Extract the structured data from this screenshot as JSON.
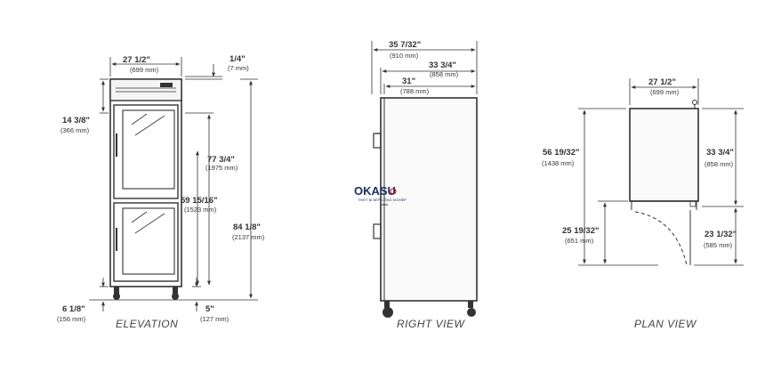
{
  "captions": {
    "elevation": "ELEVATION",
    "right": "RIGHT VIEW",
    "plan": "PLAN VIEW"
  },
  "watermark": {
    "brand": "OKASU",
    "tagline": "THIẾT BỊ BẾP CÔNG NGHIỆP"
  },
  "elevation": {
    "width": {
      "imperial": "27 1/2\"",
      "metric": "(699 mm)"
    },
    "top_gap": {
      "imperial": "1/4\"",
      "metric": "(7 mm)"
    },
    "upper_offset": {
      "imperial": "14 3/8\"",
      "metric": "(366 mm)"
    },
    "door_height": {
      "imperial": "77 3/4\"",
      "metric": "(1975 mm)"
    },
    "mid_height": {
      "imperial": "59 15/16\"",
      "metric": "(1523 mm)"
    },
    "total_height": {
      "imperial": "84 1/8\"",
      "metric": "(2137 mm)"
    },
    "leg_height": {
      "imperial": "6 1/8\"",
      "metric": "(156 mm)"
    },
    "caster": {
      "imperial": "5\"",
      "metric": "(127 mm)"
    }
  },
  "right_view": {
    "overall_depth": {
      "imperial": "35 7/32\"",
      "metric": "(910 mm)"
    },
    "body_depth": {
      "imperial": "33 3/4\"",
      "metric": "(858 mm)"
    },
    "cabinet_depth": {
      "imperial": "31\"",
      "metric": "(788 mm)"
    }
  },
  "plan_view": {
    "width": {
      "imperial": "27 1/2\"",
      "metric": "(699 mm)"
    },
    "total_depth": {
      "imperial": "56 19/32\"",
      "metric": "(1438 mm)"
    },
    "depth": {
      "imperial": "33 3/4\"",
      "metric": "(858 mm)"
    },
    "door_swing": {
      "imperial": "25 19/32\"",
      "metric": "(651 mm)"
    },
    "door_clearance": {
      "imperial": "23 1/32\"",
      "metric": "(585 mm)"
    }
  }
}
